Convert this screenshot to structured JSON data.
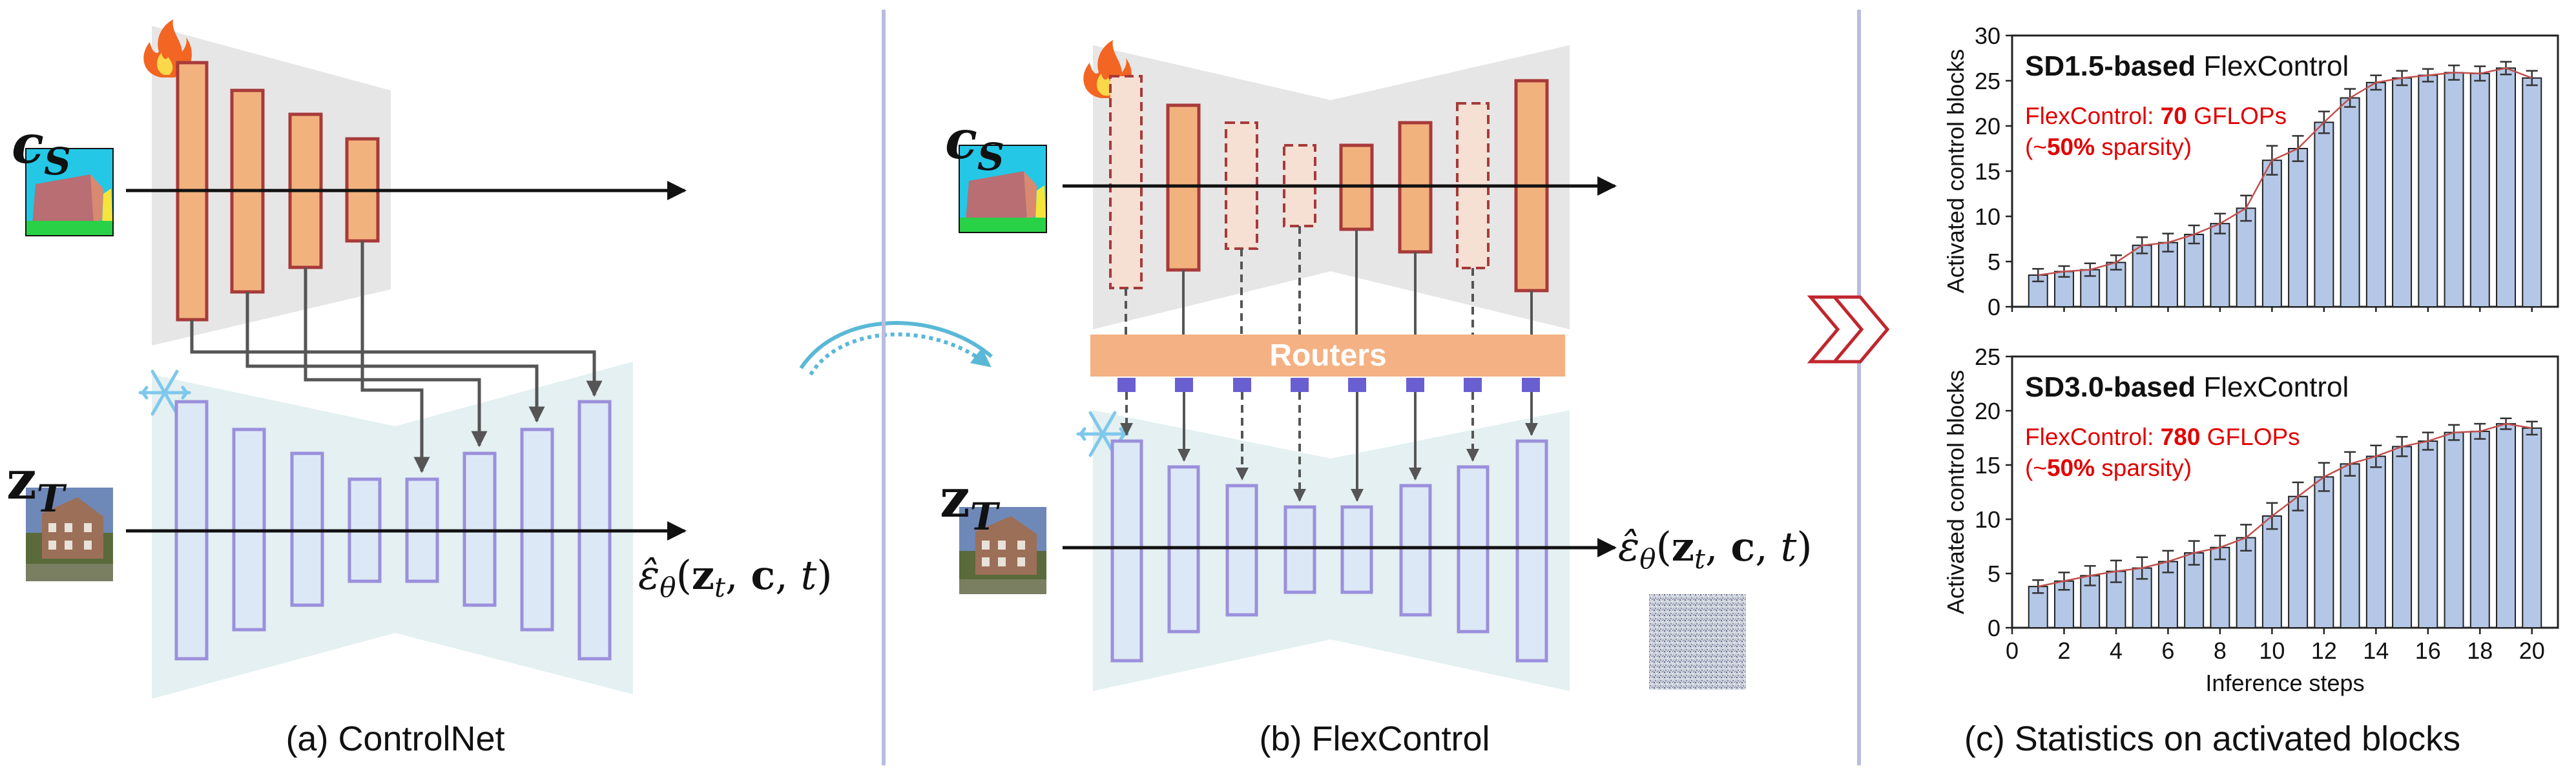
{
  "panel_a": {
    "caption": "(a) ControlNet",
    "cond_symbol": "c",
    "cond_sub": "S",
    "latent_symbol": "z",
    "latent_sub": "T",
    "output_pre": "ε̂",
    "output_theta": "θ",
    "output_args_open": "(",
    "output_z": "z",
    "output_zsub": "t",
    "output_rest1": ", ",
    "output_c": "c",
    "output_rest2": ", ",
    "output_t": "t",
    "output_close": ")"
  },
  "panel_b": {
    "caption": "(b) FlexControl",
    "router_label": "Routers",
    "cond_symbol": "c",
    "cond_sub": "S",
    "latent_symbol": "z",
    "latent_sub": "T",
    "output_pre": "ε̂",
    "output_theta": "θ",
    "output_args_open": "(",
    "output_z": "z",
    "output_zsub": "t",
    "output_rest1": ", ",
    "output_c": "c",
    "output_rest2": ", ",
    "output_t": "t",
    "output_close": ")"
  },
  "panel_c": {
    "caption": "(c) Statistics on activated blocks"
  },
  "colors": {
    "trainable_fill": "#f2b27d",
    "trainable_stroke": "#a83a3a",
    "frozen_fill": "#dde8f6",
    "frozen_stroke": "#9a90dc",
    "router_fill": "#f4b183",
    "router_text": "#ffffff",
    "router_port": "#6a5fd1",
    "bar_fill": "#b4c7e7",
    "accent_red": "#e00000",
    "divider": "#b8bde0"
  },
  "chart_data": [
    {
      "type": "bar",
      "title_bold": "SD1.5-based",
      "title_rest": " FlexControl",
      "annotation_line1_pre": "FlexControl: ",
      "annotation_line1_value": "70",
      "annotation_line1_post": " GFLOPs",
      "annotation_line2_pre": "(~",
      "annotation_line2_value": "50%",
      "annotation_line2_post": " sparsity)",
      "ylabel": "Activated control blocks",
      "xlabel": "",
      "ylim": [
        0,
        30
      ],
      "yticks": [
        "0",
        "5",
        "10",
        "15",
        "20",
        "25",
        "30"
      ],
      "xticks": [],
      "categories": [
        1,
        2,
        3,
        4,
        5,
        6,
        7,
        8,
        9,
        10,
        11,
        12,
        13,
        14,
        15,
        16,
        17,
        18,
        19,
        20
      ],
      "values": [
        3.5,
        3.9,
        4.1,
        4.9,
        6.8,
        7.1,
        8.0,
        9.2,
        10.9,
        16.2,
        17.5,
        20.4,
        23.1,
        24.8,
        25.3,
        25.6,
        25.9,
        25.8,
        26.4,
        25.3
      ],
      "errors": [
        0.7,
        0.6,
        0.7,
        0.8,
        0.9,
        1.0,
        1.0,
        1.1,
        1.4,
        1.6,
        1.4,
        1.2,
        1.0,
        0.8,
        0.8,
        0.7,
        0.8,
        0.8,
        0.7,
        0.8
      ]
    },
    {
      "type": "bar",
      "title_bold": "SD3.0-based",
      "title_rest": " FlexControl",
      "annotation_line1_pre": "FlexControl: ",
      "annotation_line1_value": "780",
      "annotation_line1_post": " GFLOPs",
      "annotation_line2_pre": "(~",
      "annotation_line2_value": "50%",
      "annotation_line2_post": " sparsity)",
      "ylabel": "Activated control blocks",
      "xlabel": "Inference steps",
      "ylim": [
        0,
        25
      ],
      "yticks": [
        "0",
        "5",
        "10",
        "15",
        "20",
        "25"
      ],
      "xticks": [
        "0",
        "2",
        "4",
        "6",
        "8",
        "10",
        "12",
        "14",
        "16",
        "18",
        "20"
      ],
      "categories": [
        1,
        2,
        3,
        4,
        5,
        6,
        7,
        8,
        9,
        10,
        11,
        12,
        13,
        14,
        15,
        16,
        17,
        18,
        19,
        20
      ],
      "values": [
        3.8,
        4.3,
        4.8,
        5.2,
        5.5,
        6.1,
        6.9,
        7.4,
        8.3,
        10.3,
        12.1,
        13.9,
        15.1,
        15.8,
        16.7,
        17.2,
        18.0,
        18.1,
        18.8,
        18.4
      ],
      "errors": [
        0.6,
        0.8,
        0.9,
        1.0,
        1.0,
        1.0,
        1.1,
        1.1,
        1.2,
        1.2,
        1.3,
        1.3,
        1.1,
        1.0,
        0.9,
        0.8,
        0.7,
        0.7,
        0.5,
        0.6
      ]
    }
  ]
}
